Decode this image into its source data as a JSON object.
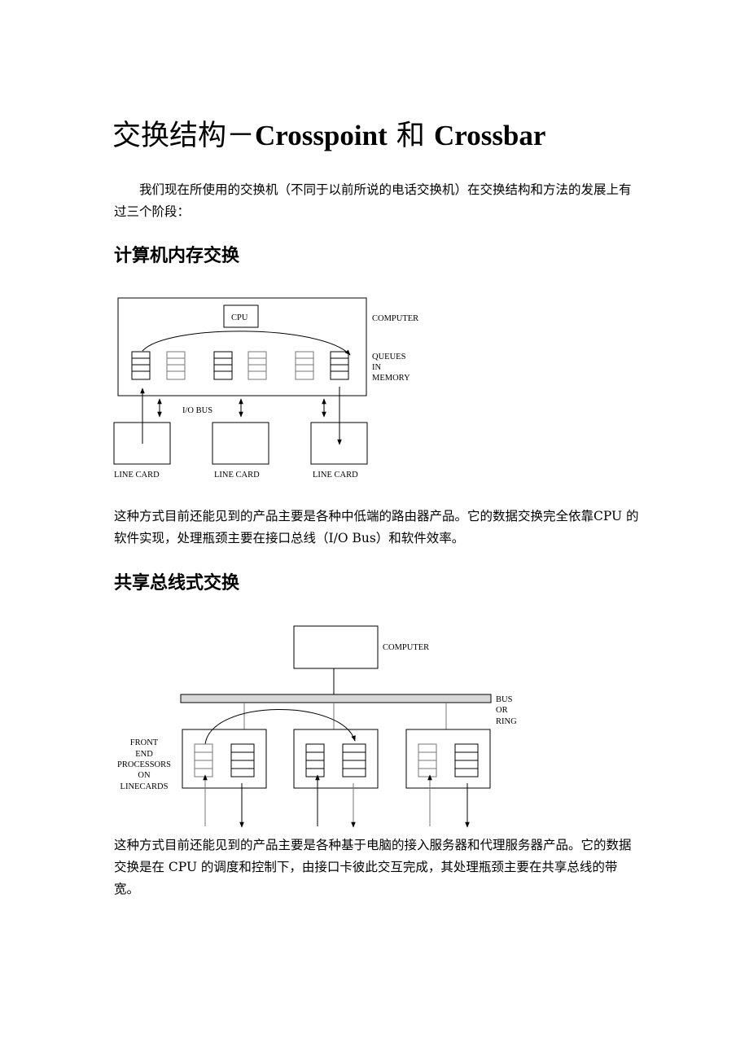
{
  "title_cjk": "交换结构－",
  "title_a": "Crosspoint",
  "title_mid": " 和 ",
  "title_b": "Crossbar",
  "intro": "我们现在所使用的交换机（不同于以前所说的电话交换机）在交换结构和方法的发展上有过三个阶段：",
  "section1": {
    "heading": "计算机内存交换",
    "diagram": {
      "cpu": "CPU",
      "computer": "COMPUTER",
      "queues": [
        "QUEUES",
        "IN",
        "MEMORY"
      ],
      "io_bus": "I/O BUS",
      "line_cards": [
        "LINE CARD",
        "LINE CARD",
        "LINE CARD"
      ]
    },
    "text": "这种方式目前还能见到的产品主要是各种中低端的路由器产品。它的数据交换完全依靠CPU 的软件实现，处理瓶颈主要在接口总线（I/O Bus）和软件效率。"
  },
  "section2": {
    "heading": "共享总线式交换",
    "diagram": {
      "computer": "COMPUTER",
      "bus": [
        "BUS",
        "OR",
        "RING"
      ],
      "fep": [
        "FRONT",
        "END",
        "PROCESSORS",
        "ON",
        "LINECARDS"
      ]
    },
    "text": "这种方式目前还能见到的产品主要是各种基于电脑的接入服务器和代理服务器产品。它的数据交换是在 CPU 的调度和控制下，由接口卡彼此交互完成，其处理瓶颈主要在共享总线的带宽。"
  }
}
